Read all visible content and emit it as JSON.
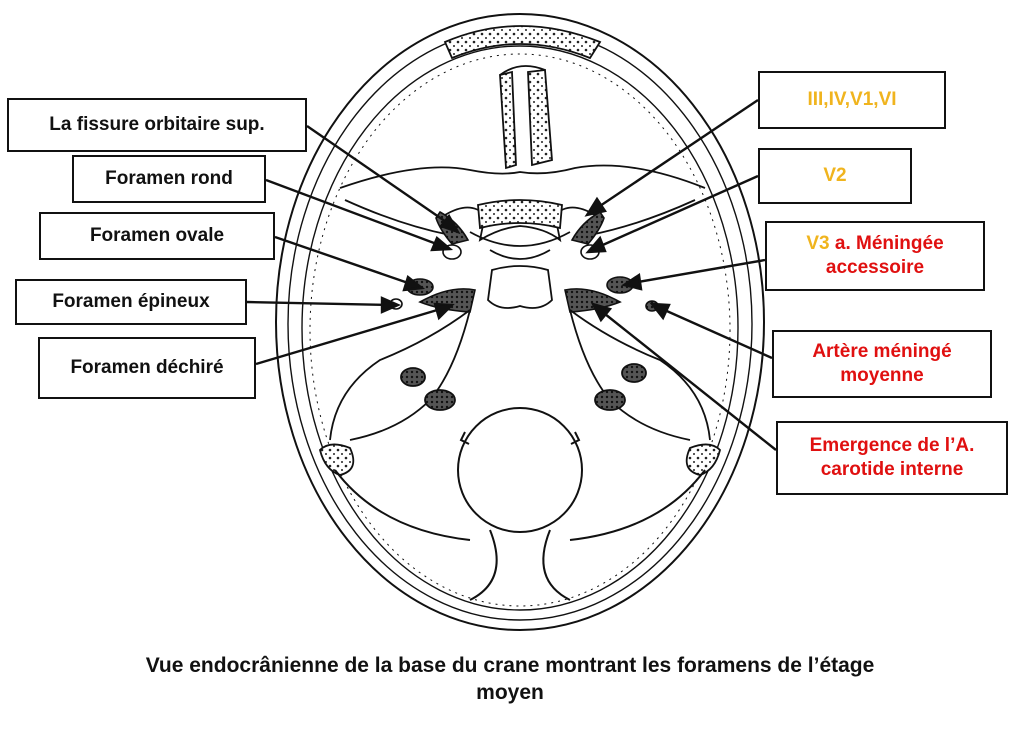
{
  "labels_left": [
    {
      "id": "fissure",
      "text": "La fissure orbitaire sup."
    },
    {
      "id": "rond",
      "text": "Foramen rond"
    },
    {
      "id": "ovale",
      "text": "Foramen ovale"
    },
    {
      "id": "epineux",
      "text": "Foramen épineux"
    },
    {
      "id": "dechire",
      "text": "Foramen déchiré"
    }
  ],
  "labels_right": {
    "nerves_1": "III,IV,V1,VI",
    "nerve_2": "V2",
    "nerve_3": "V3",
    "meningee_acc_line1": "a. Méningée",
    "meningee_acc_line2": "accessoire",
    "artere_line1": "Artère méningé",
    "artere_line2": "moyenne",
    "carotide_line1": "Emergence de l’A.",
    "carotide_line2": "carotide interne"
  },
  "caption": {
    "line1": "Vue endocrânienne de la base du crane montrant les foramens  de l’étage",
    "line2": "moyen"
  },
  "colors": {
    "nerve": "#f0b41e",
    "artery": "#e01010",
    "ink": "#111111"
  }
}
